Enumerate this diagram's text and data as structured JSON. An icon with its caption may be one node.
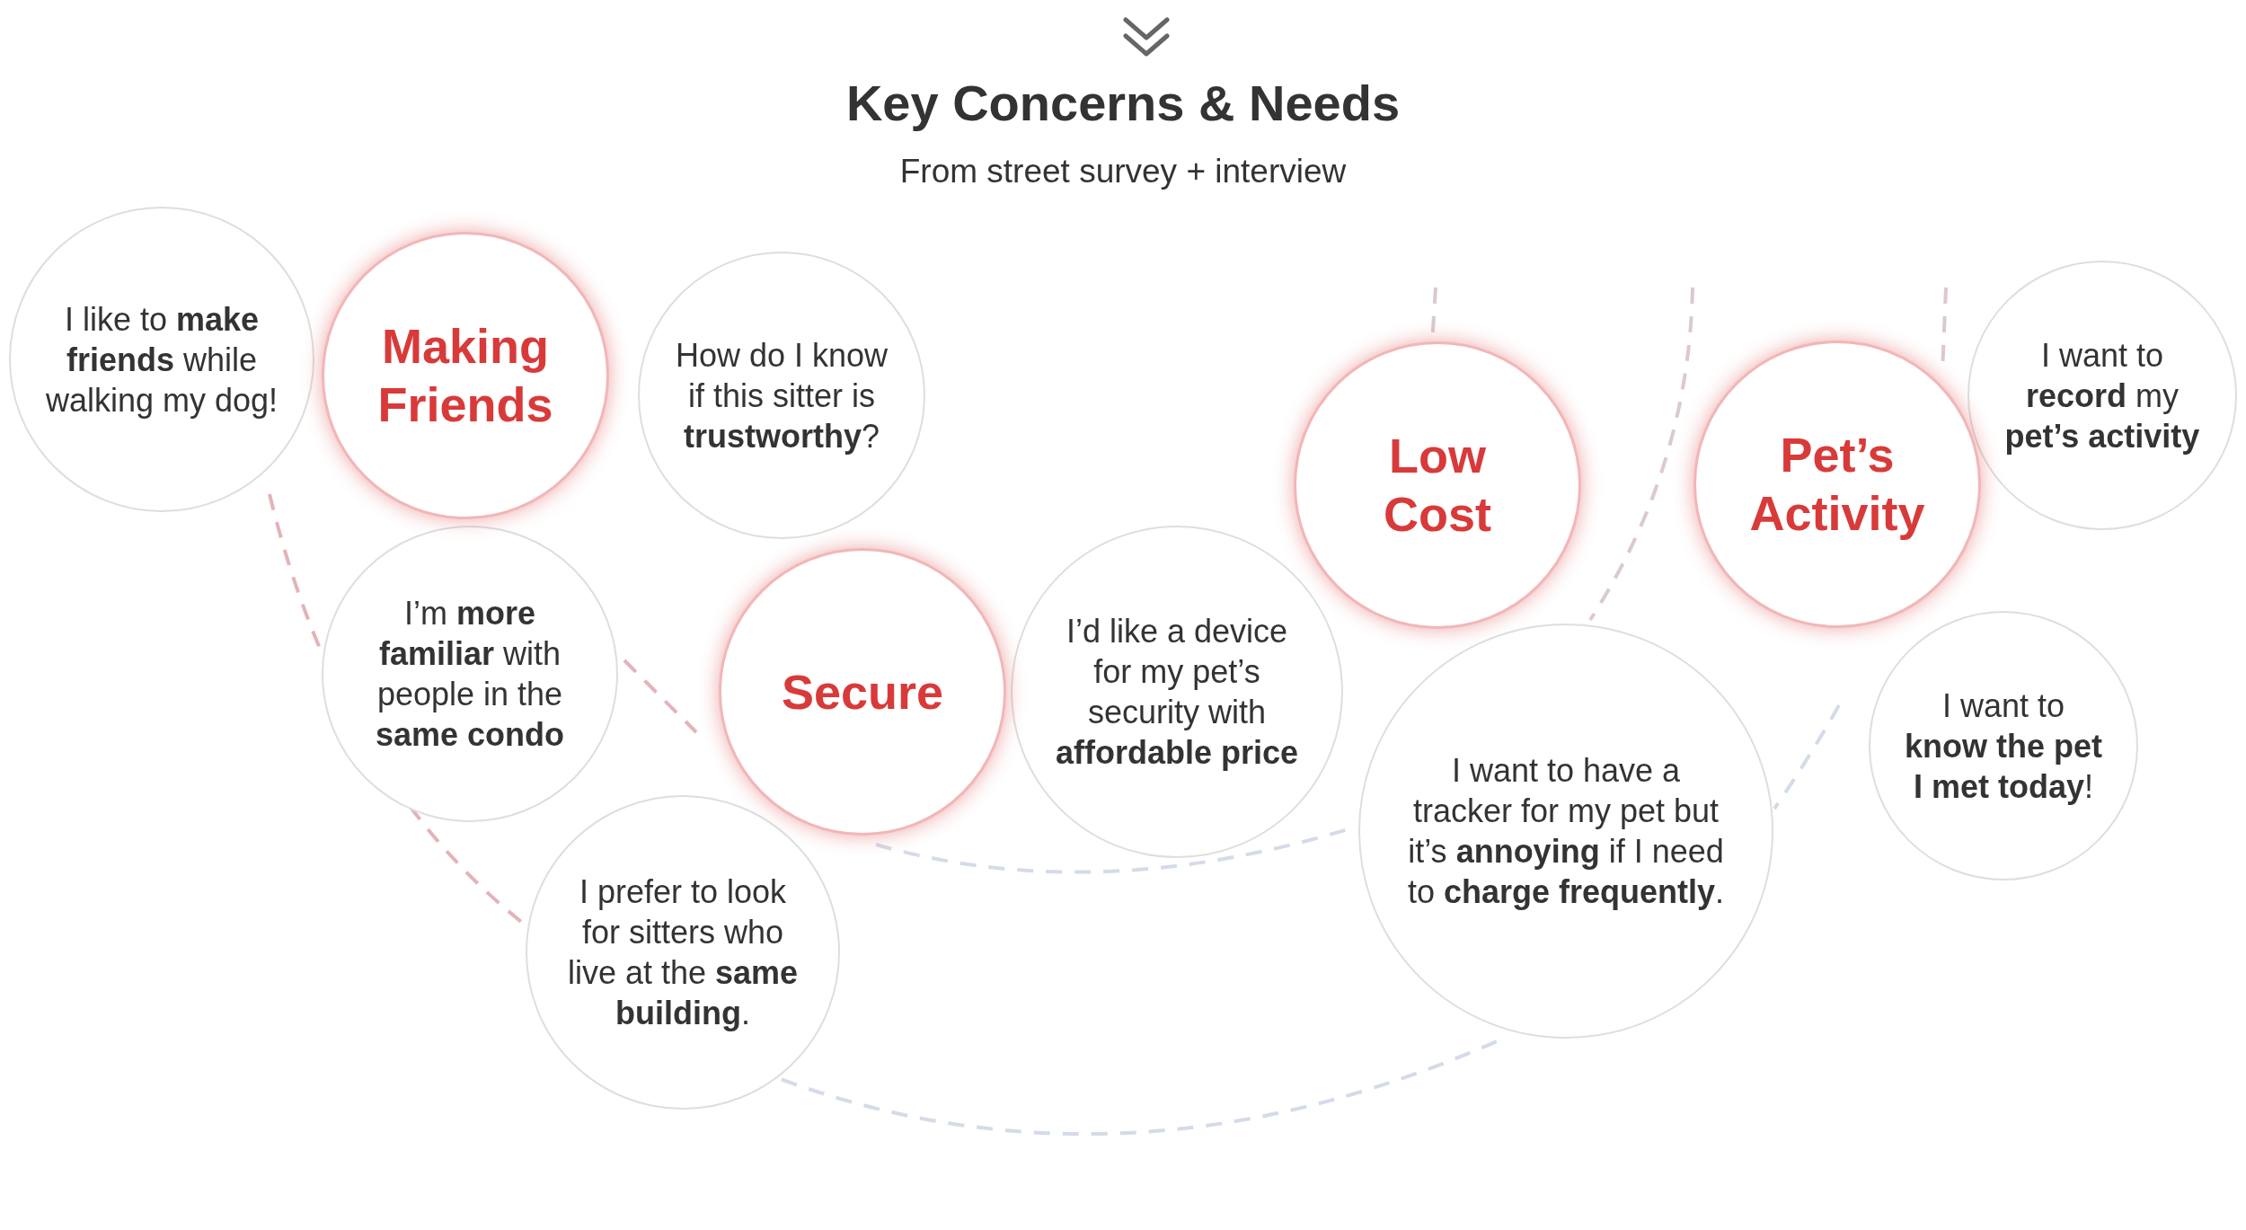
{
  "diagram": {
    "title": "Key Concerns & Needs",
    "nodes": [
      {
        "text": [
          "I like to **make friends** while walking my dog!"
        ]
      },
      {
        "text": [
          "Making Friends"
        ]
      },
      {
        "text": [
          "I’m **more familiar** with people in the **same condo**"
        ]
      },
      {
        "text": [
          "How do I know if this sitter is **trustworthy**?"
        ]
      },
      {
        "text": [
          "Secure"
        ]
      },
      {
        "text": [
          "I prefer to look for sitters who live at the **same building**."
        ]
      },
      {
        "text": [
          "I’d like a device for my pet’s security with **affordable price**"
        ]
      },
      {
        "text": [
          "Low Cost"
        ]
      },
      {
        "text": [
          "I want to have a tracker for my pet but it’s **annoying** if I need to **charge frequently**."
        ]
      },
      {
        "text": [
          "Pet’s Activity"
        ]
      },
      {
        "text": [
          "I want to **record** my **pet’s activity**"
        ]
      },
      {
        "text": [
          "I want to **know the pet I met today**!"
        ]
      }
    ],
    "labels": [
      "From street survey + interview"
    ]
  }
}
